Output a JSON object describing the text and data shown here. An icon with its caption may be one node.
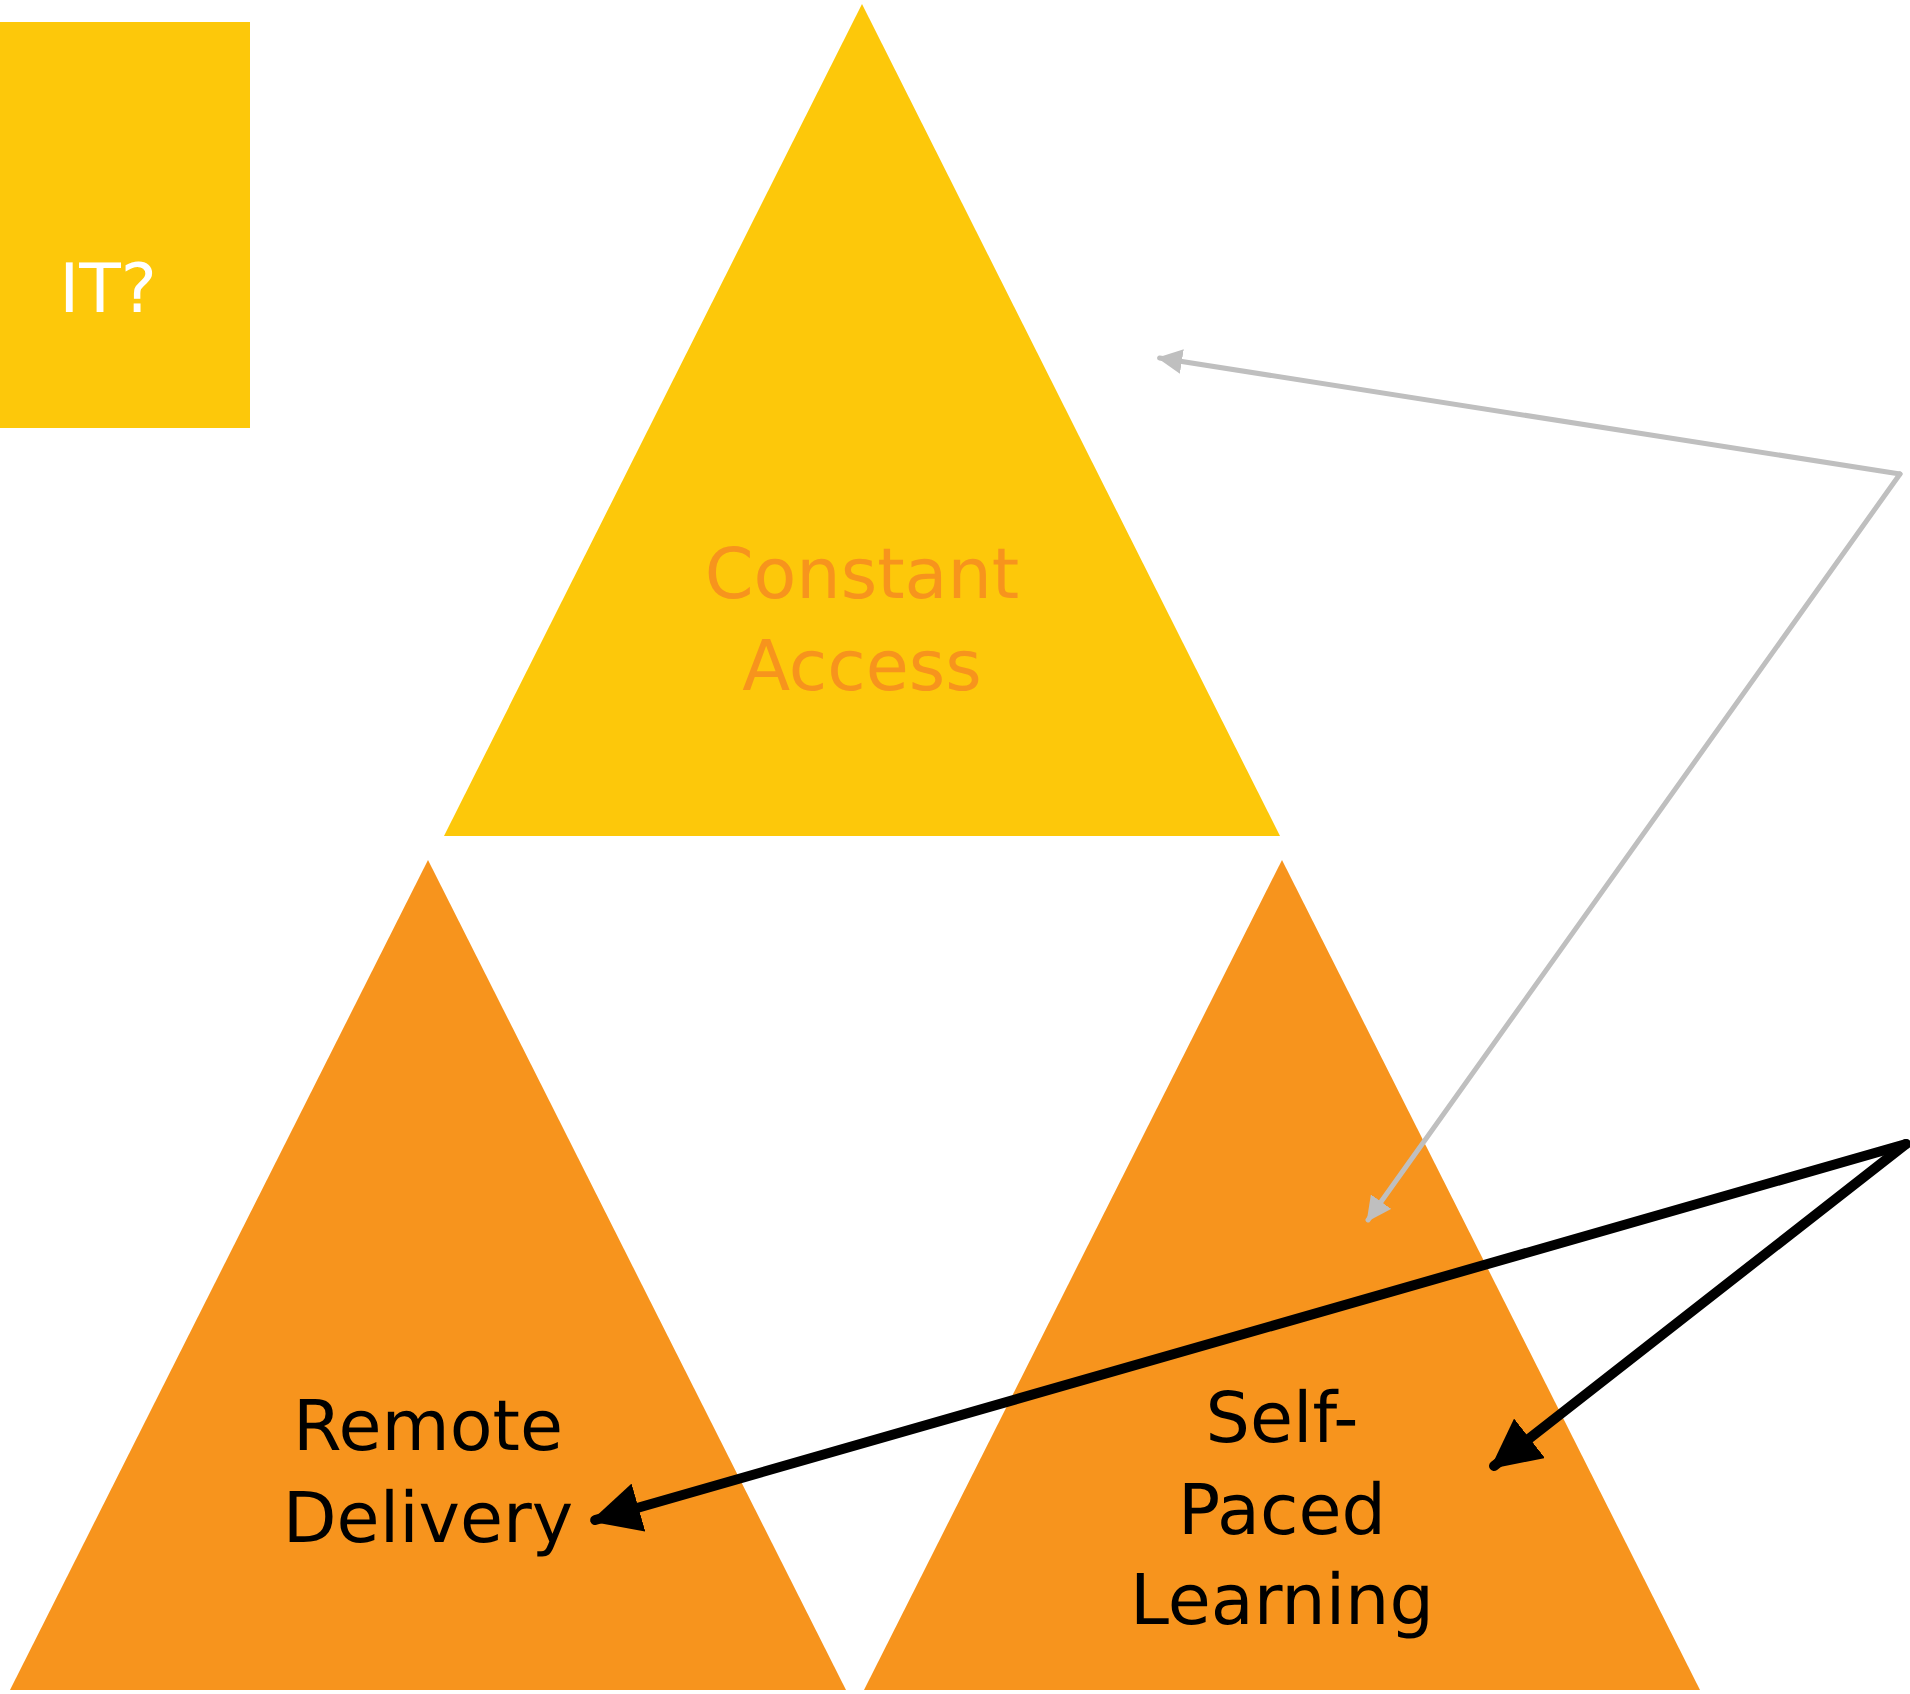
{
  "diagram": {
    "nodes": [
      {
        "text": [
          "IT?"
        ]
      },
      {
        "text": [
          "Constant Access"
        ]
      },
      {
        "text": [
          "Remote Delivery"
        ]
      },
      {
        "text": [
          "Self-Paced Learning"
        ]
      }
    ],
    "edges": [
      {
        "from": null,
        "to": 1,
        "arrow": "to",
        "color": "#bfbfbf"
      },
      {
        "from": null,
        "to": 3,
        "arrow": "to",
        "color": "#bfbfbf"
      },
      {
        "from": null,
        "to": 2,
        "arrow": "to",
        "style": "thick",
        "color": "#000000"
      },
      {
        "from": null,
        "to": 3,
        "arrow": "to",
        "style": "thick",
        "color": "#000000"
      }
    ]
  }
}
